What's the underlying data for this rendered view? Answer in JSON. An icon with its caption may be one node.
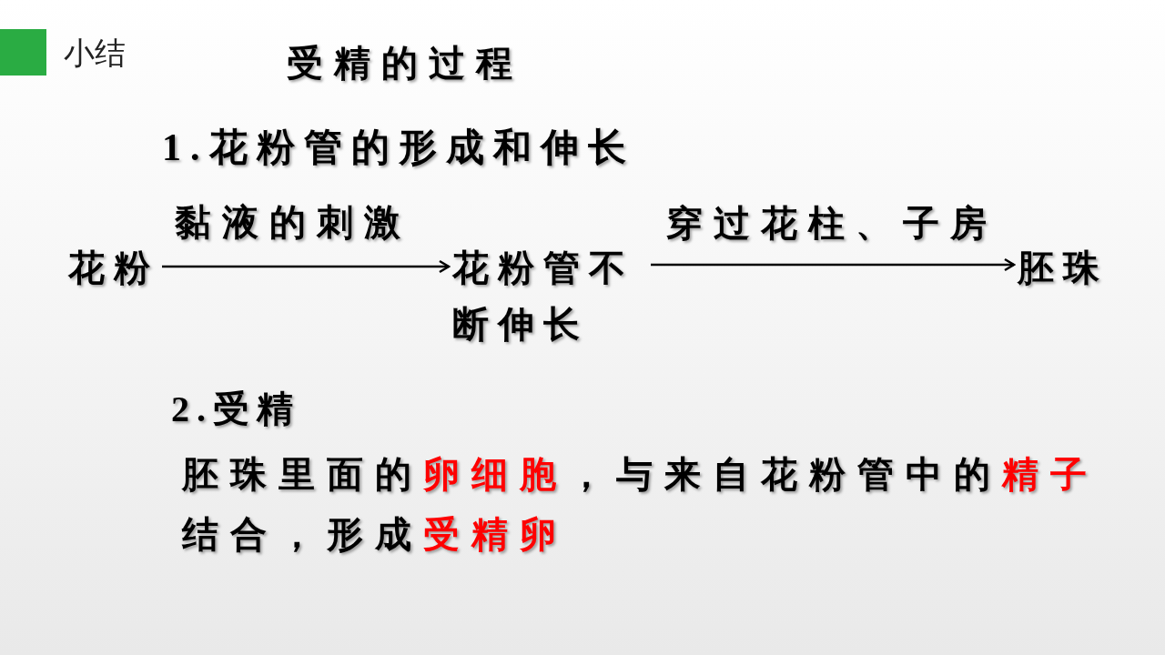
{
  "diagram": {
    "title": "受精的过程",
    "nodes": [
      {
        "text": [
          "花粉"
        ]
      },
      {
        "text": [
          "花粉管不断伸长"
        ]
      },
      {
        "text": [
          "胚珠"
        ]
      }
    ],
    "edges": [
      {
        "from": 0,
        "to": 1,
        "arrow": "to",
        "label": "黏液的刺激"
      },
      {
        "from": 1,
        "to": 2,
        "arrow": "to",
        "label": "穿过花柱、子房"
      }
    ],
    "labels": [
      "小结",
      "1.花粉管的形成和伸长",
      "2.受精",
      "胚珠里面的**卵细胞**，与来自花粉管中的**精子**结合，形成**受精卵**"
    ]
  }
}
